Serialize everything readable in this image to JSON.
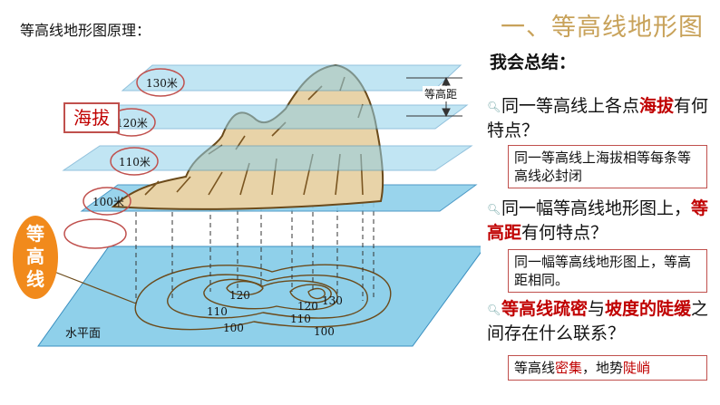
{
  "left_title": "等高线地形图原理：",
  "slide_title": "一、等高线地形图",
  "summary_label": "我会总结：",
  "haiba_label": "海拔",
  "contour_badge": "等高线",
  "plane_labels": [
    "130米",
    "120米",
    "110米",
    "100米"
  ],
  "base_label": "水平面",
  "interval_label": "等高距",
  "contour_values": [
    "120",
    "130",
    "120",
    "110",
    "110",
    "100",
    "100"
  ],
  "questions": [
    {
      "pre": "同一等高线上各点",
      "hl": "海拔",
      "post": "有何特点？",
      "answer": "同一等高线上海拔相等每条等高线必封闭"
    },
    {
      "pre": "同一幅等高线地形图上，",
      "hl": "等高距",
      "post": "有何特点？",
      "answer": "同一幅等高线地形图上，等高距相同。"
    },
    {
      "hl1": "等高线疏密",
      "mid": "与",
      "hl2": "坡度的陡缓",
      "post": "之间存在什么联系？",
      "answer_pre": "等高线",
      "answer_hl1": "密集",
      "answer_mid": "，地势",
      "answer_hl2": "陡峭"
    }
  ],
  "colors": {
    "plane": "#8fd0ea",
    "plane_edge": "#3a8fc0",
    "mountain": "#e8d3a8",
    "mountain_edge": "#6b4a1a",
    "badge": "#f18a1c",
    "accent": "#c00000"
  }
}
